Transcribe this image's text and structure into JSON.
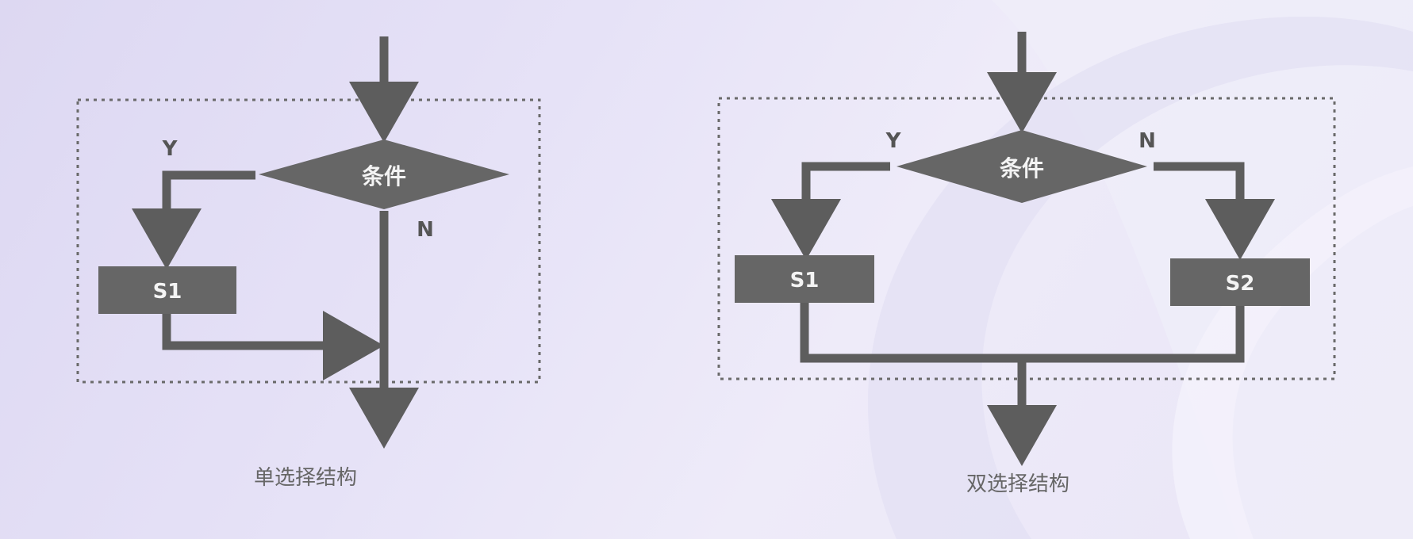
{
  "single": {
    "decision": "条件",
    "yes_label": "Y",
    "no_label": "N",
    "statement": "S1",
    "caption": "单选择结构"
  },
  "double": {
    "decision": "条件",
    "yes_label": "Y",
    "no_label": "N",
    "statement_yes": "S1",
    "statement_no": "S2",
    "caption": "双选择结构"
  },
  "colors": {
    "flow": "#5d5d5d",
    "shape_fill": "#666666",
    "shape_text": "#f4f4f4",
    "dashed_frame": "#6a6a6a",
    "background": "#e6e2f7"
  }
}
